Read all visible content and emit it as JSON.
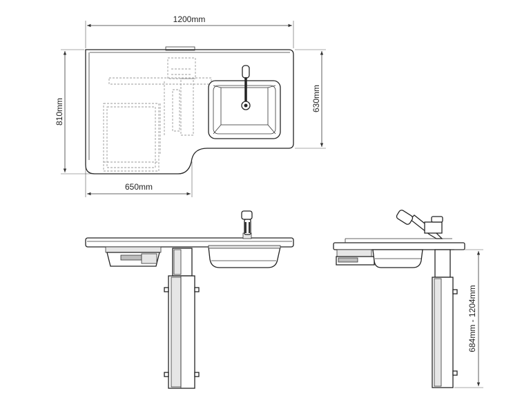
{
  "dimensions": {
    "width_total": "1200mm",
    "depth_total": "810mm",
    "depth_sink_side": "630mm",
    "width_cutout": "650mm",
    "height_range": "684mm - 1204mm"
  },
  "colors": {
    "line": "#222222",
    "hidden_line": "#999999",
    "fill_shade": "#e6e6e6"
  }
}
